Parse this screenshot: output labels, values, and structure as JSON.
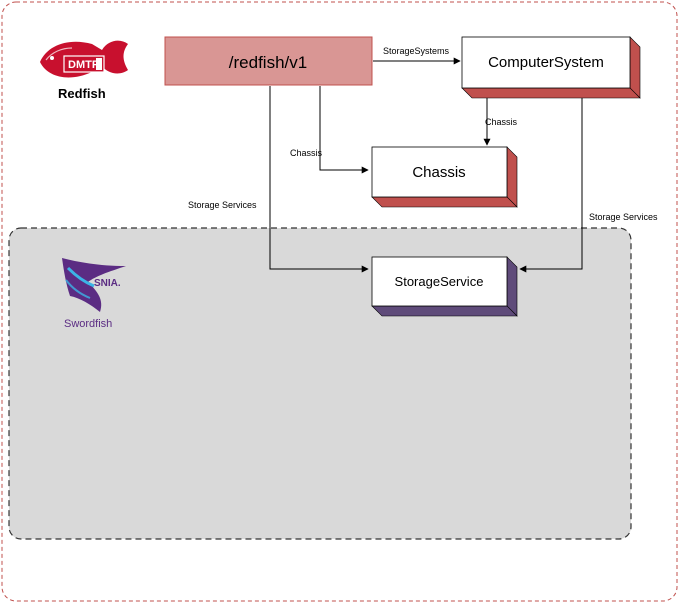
{
  "logos": {
    "redfish": {
      "badge": "DMTF",
      "name": "Redfish",
      "color": "#c8102e"
    },
    "swordfish": {
      "badge": "SNIA.",
      "name": "Swordfish",
      "color": "#5b2c83"
    }
  },
  "nodes": {
    "root": "/redfish/v1",
    "computer_system": "ComputerSystem",
    "chassis": "Chassis",
    "storage_service": "StorageService"
  },
  "edges": {
    "storage_systems": "StorageSystems",
    "chassis_from_root": "Chassis",
    "chassis_from_system": "Chassis",
    "storage_services_left": "Storage Services",
    "storage_services_right": "Storage Services"
  },
  "colors": {
    "redfish_border": "#c0504d",
    "redfish_fill": "#d99694",
    "redfish_shadow": "#c0504d",
    "swordfish_shadow": "#5f4b7a",
    "swordfish_region": "#d9d9d9"
  }
}
